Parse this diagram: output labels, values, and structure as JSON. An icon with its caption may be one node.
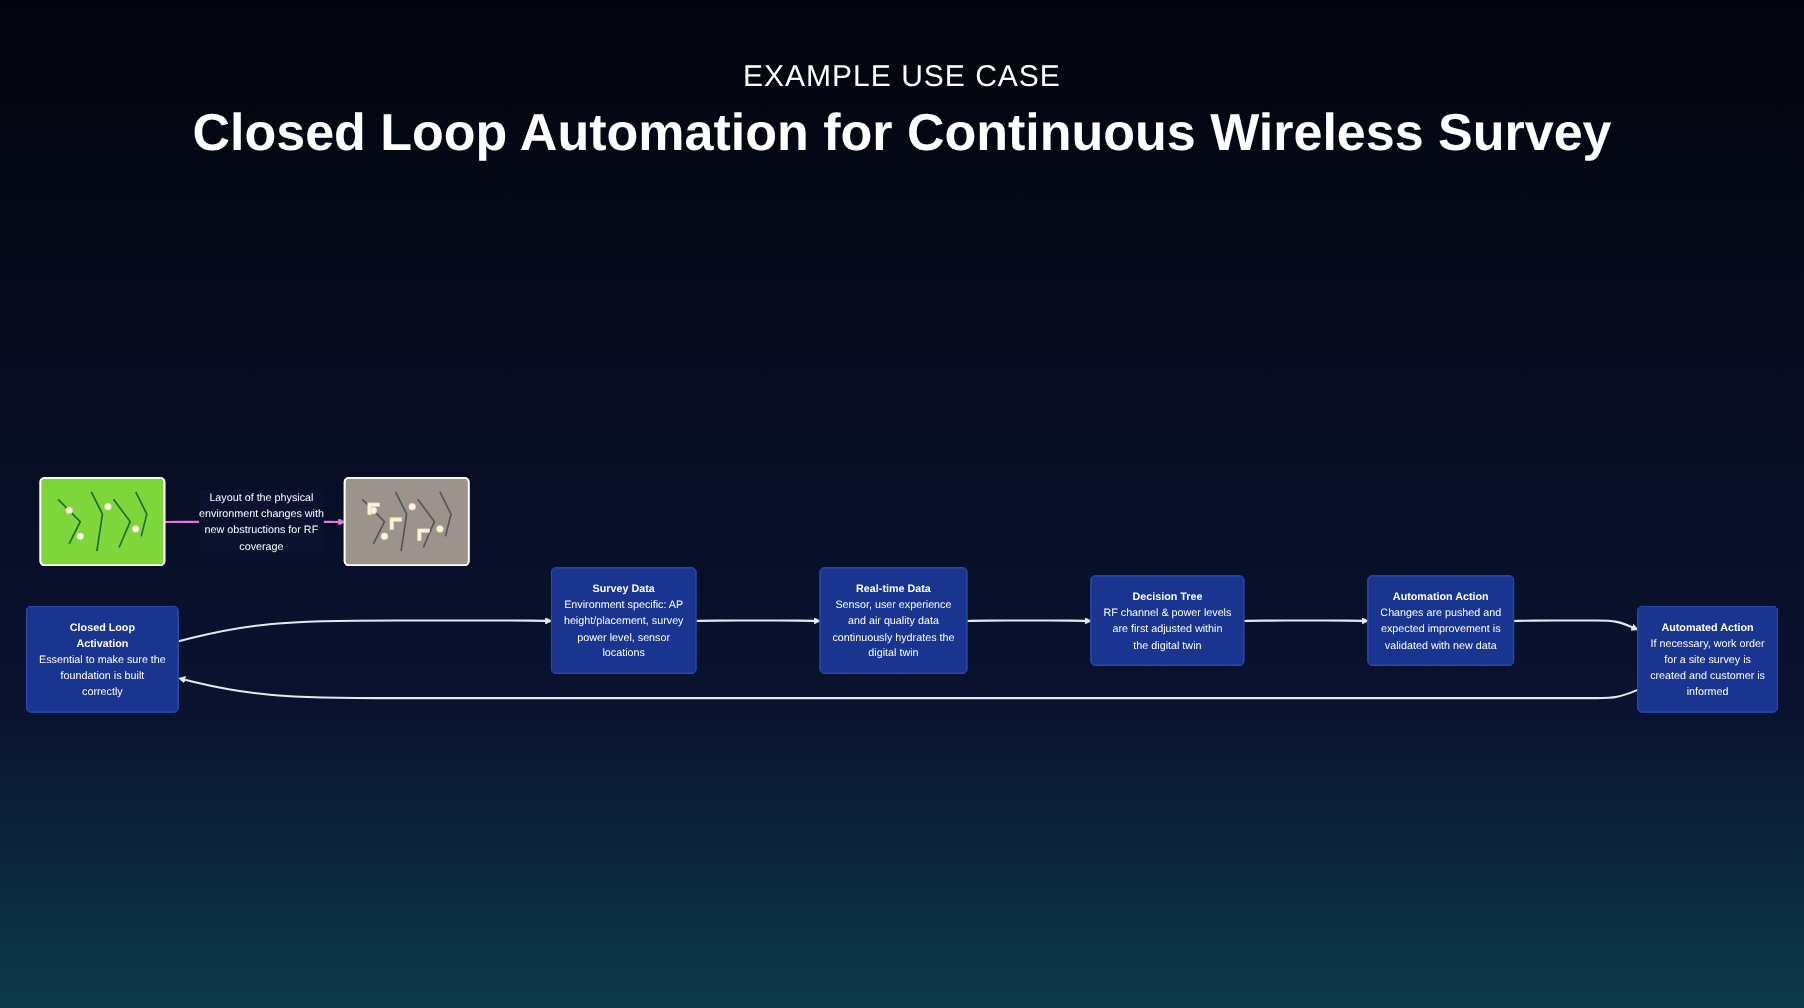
{
  "diagram": {
    "title": "Closed Loop Automation for Continuous Wireless Survey",
    "nodes": [
      {
        "text": [],
        "shape": "picture"
      },
      {
        "text": [],
        "shape": "picture"
      },
      {
        "text": [
          "Closed Loop Activation",
          "Essential to make sure the foundation is built correctly"
        ]
      },
      {
        "text": [
          "Survey Data",
          "Environment specific: AP height/placement, survey power level, sensor locations"
        ]
      },
      {
        "text": [
          "Real-time Data",
          "Sensor, user experience and air quality data continuously hydrates the digital twin"
        ]
      },
      {
        "text": [
          "Decision Tree",
          "RF channel & power levels are first adjusted within the digital twin"
        ]
      },
      {
        "text": [
          "Automation Action",
          "Changes are pushed and expected improvement is validated with new data"
        ]
      },
      {
        "text": [
          "Automated Action",
          "If necessary, work order for a site survey is created and customer is informed"
        ]
      }
    ],
    "edges": [
      {
        "from": 0,
        "to": 1,
        "arrow": "to",
        "label": "Layout of the physical environment changes with new obstructions for RF coverage",
        "color": "#e07ad6"
      },
      {
        "from": 2,
        "to": 3,
        "arrow": "to"
      },
      {
        "from": 3,
        "to": 4,
        "arrow": "to"
      },
      {
        "from": 4,
        "to": 5,
        "arrow": "to"
      },
      {
        "from": 5,
        "to": 6,
        "arrow": "to"
      },
      {
        "from": 6,
        "to": 7,
        "arrow": "to"
      },
      {
        "from": 7,
        "to": 2,
        "arrow": "to"
      }
    ],
    "labels": [
      "EXAMPLE USE CASE"
    ]
  }
}
